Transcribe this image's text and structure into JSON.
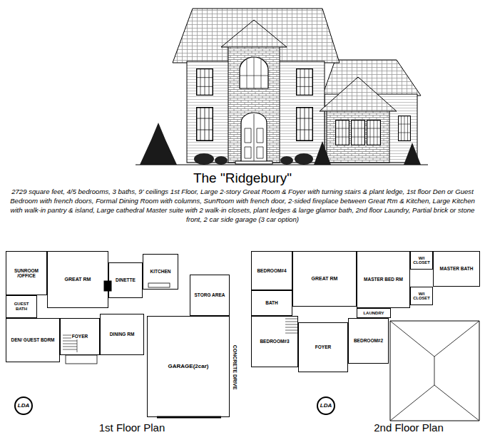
{
  "diagram": {
    "title": "The \"Ridgebury\"",
    "caption": "2729 square feet, 4/5 bedrooms, 3 baths, 9' ceilings 1st Floor, Large 2-story Great Room & Foyer with turning stairs & plant ledge, 1st floor Den or Guest Bedroom with french doors, Formal Dining Room with columns, SunRoom with french door, 2-sided fireplace between Great Rm & Kitchen, Large Kitchen with walk-in pantry & island, Large cathedral Master suite with 2 walk-in closets, plant ledges & large glamor bath, 2nd floor Laundry, Partial brick or stone front, 2 car side garage (3 car option)",
    "nodes": [
      {
        "text": [
          "1st Floor Plan"
        ]
      },
      {
        "text": [
          "SUNROOM /OFFICE"
        ],
        "in": 0
      },
      {
        "text": [
          "GREAT RM"
        ],
        "in": 0
      },
      {
        "text": [
          "DINETTE"
        ],
        "in": 0
      },
      {
        "text": [
          "KITCHEN"
        ],
        "in": 0
      },
      {
        "text": [
          "STORG AREA"
        ],
        "in": 0
      },
      {
        "text": [
          "GUEST BATH"
        ],
        "in": 0
      },
      {
        "text": [
          "DEN/ GUEST BDRM"
        ],
        "in": 0
      },
      {
        "text": [
          "FOYER"
        ],
        "in": 0
      },
      {
        "text": [
          "DINING RM"
        ],
        "in": 0
      },
      {
        "text": [
          "GARAGE(2car)"
        ],
        "in": 0
      },
      {
        "text": [
          "LDA"
        ],
        "in": 0
      },
      {
        "text": [
          "2nd Floor Plan"
        ]
      },
      {
        "text": [
          "BEDROOM#4"
        ],
        "in": 12
      },
      {
        "text": [
          "GREAT RM"
        ],
        "in": 12
      },
      {
        "text": [
          "W/I CLOSET"
        ],
        "in": 12
      },
      {
        "text": [
          "MASTER BED RM"
        ],
        "in": 12
      },
      {
        "text": [
          "MASTER BATH"
        ],
        "in": 12
      },
      {
        "text": [
          "W/I CLOSET"
        ],
        "in": 12
      },
      {
        "text": [
          "BATH"
        ],
        "in": 12
      },
      {
        "text": [
          "LAUNDRY"
        ],
        "in": 12
      },
      {
        "text": [
          "BEDROOM#3"
        ],
        "in": 12
      },
      {
        "text": [
          "FOYER"
        ],
        "in": 12
      },
      {
        "text": [
          "BEDROOM#2"
        ],
        "in": 12
      },
      {
        "text": [
          "LDA"
        ],
        "in": 12
      }
    ],
    "labels": [
      "CONCRETE DRIVE"
    ]
  }
}
